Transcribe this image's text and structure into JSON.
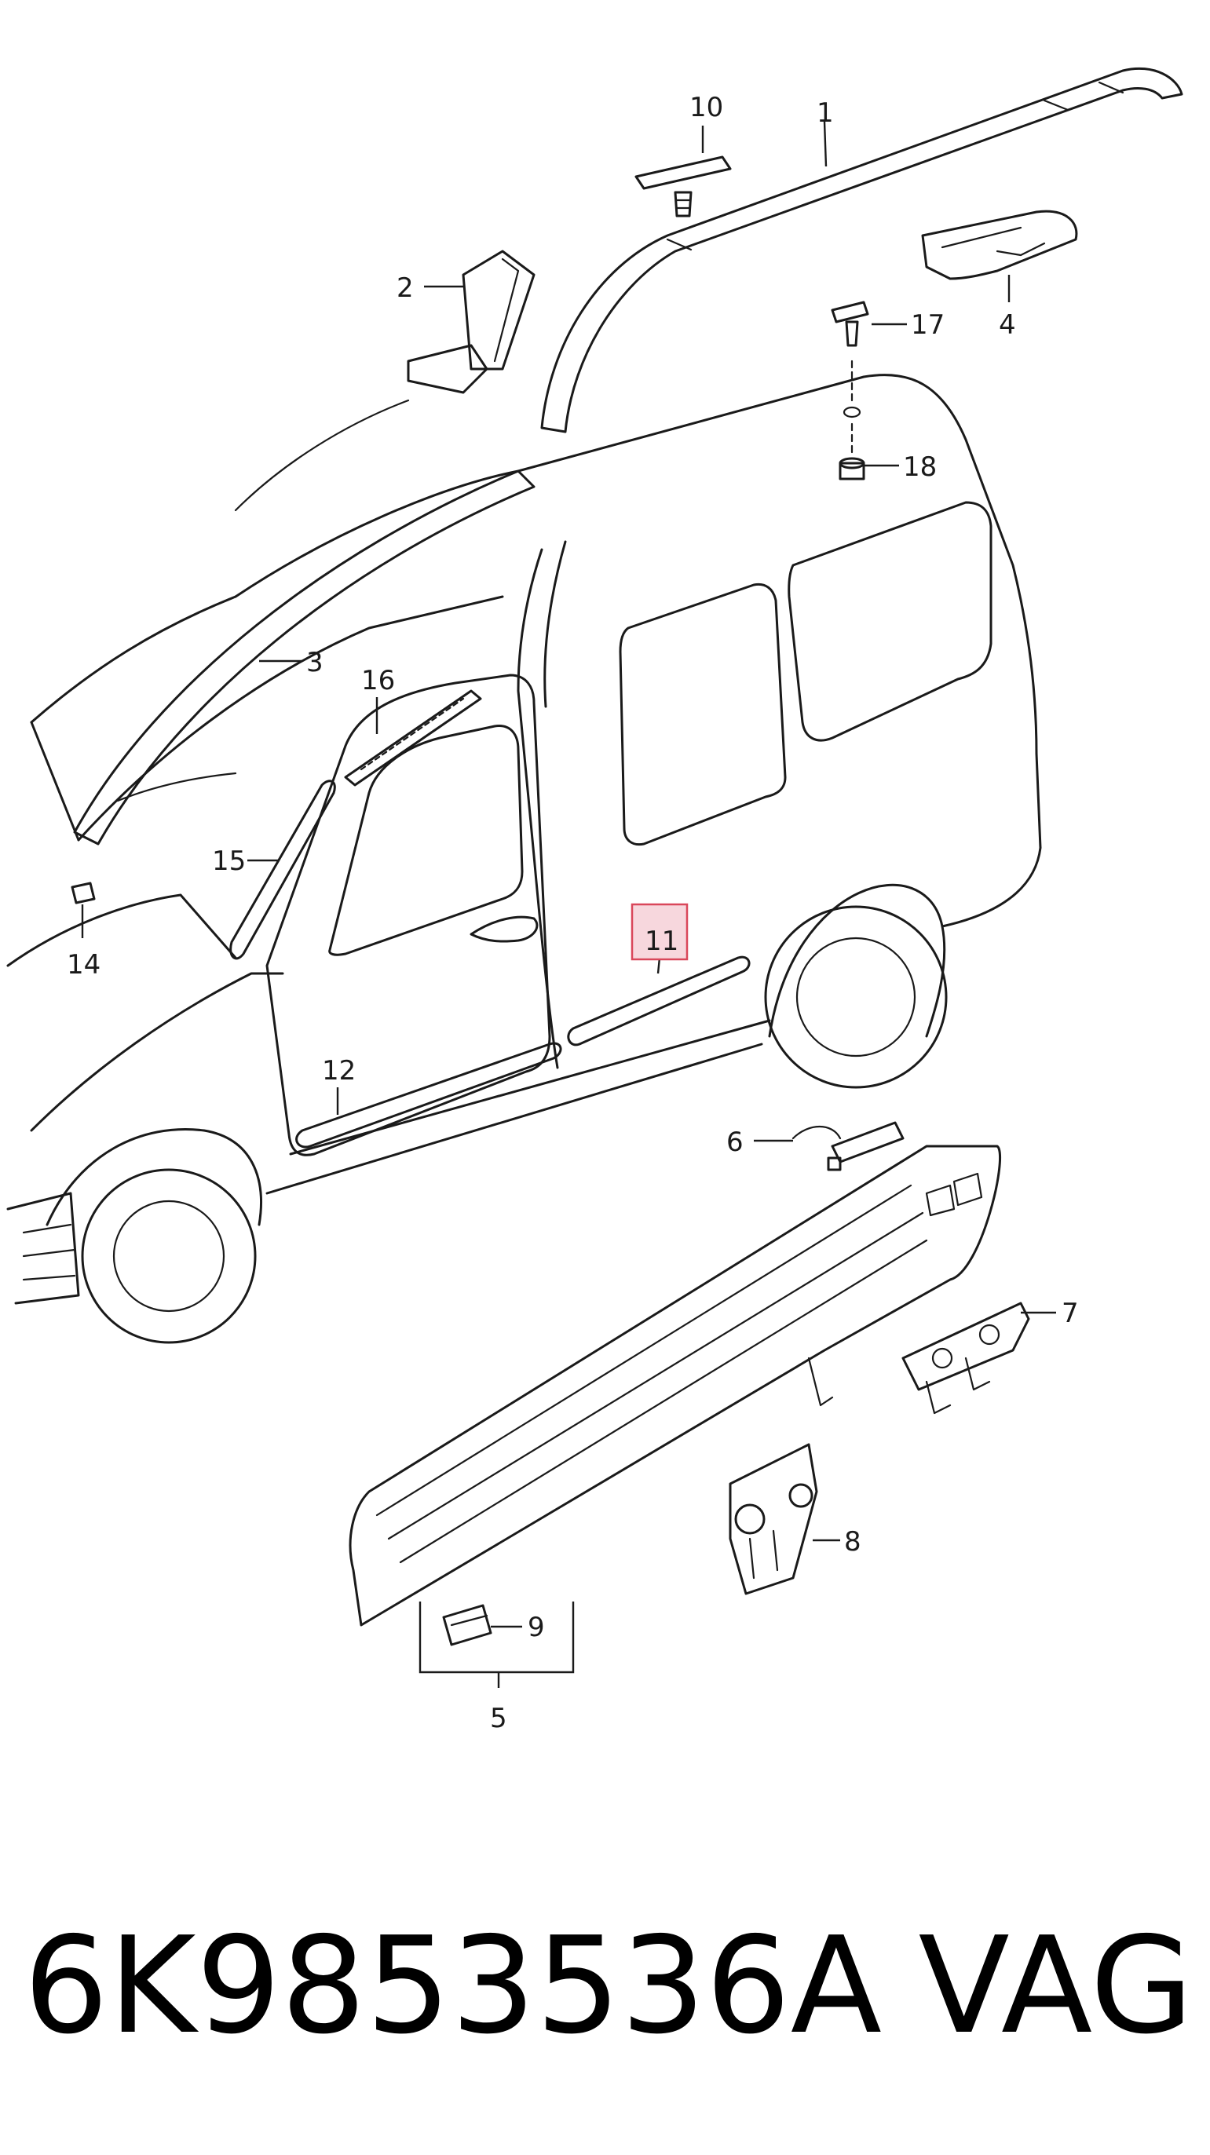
{
  "callouts": {
    "c1": "1",
    "c2": "2",
    "c3": "3",
    "c4": "4",
    "c5": "5",
    "c6": "6",
    "c7": "7",
    "c8": "8",
    "c9": "9",
    "c10": "10",
    "c11": "11",
    "c12": "12",
    "c14": "14",
    "c15": "15",
    "c16": "16",
    "c17": "17",
    "c18": "18"
  },
  "highlighted_callout": "11",
  "caption": {
    "part_number": "6K9853536A",
    "brand": "VAG"
  },
  "colors": {
    "line": "#1a1a1a",
    "highlight_fill": "#f7d7dd",
    "highlight_stroke": "#d9475a"
  }
}
